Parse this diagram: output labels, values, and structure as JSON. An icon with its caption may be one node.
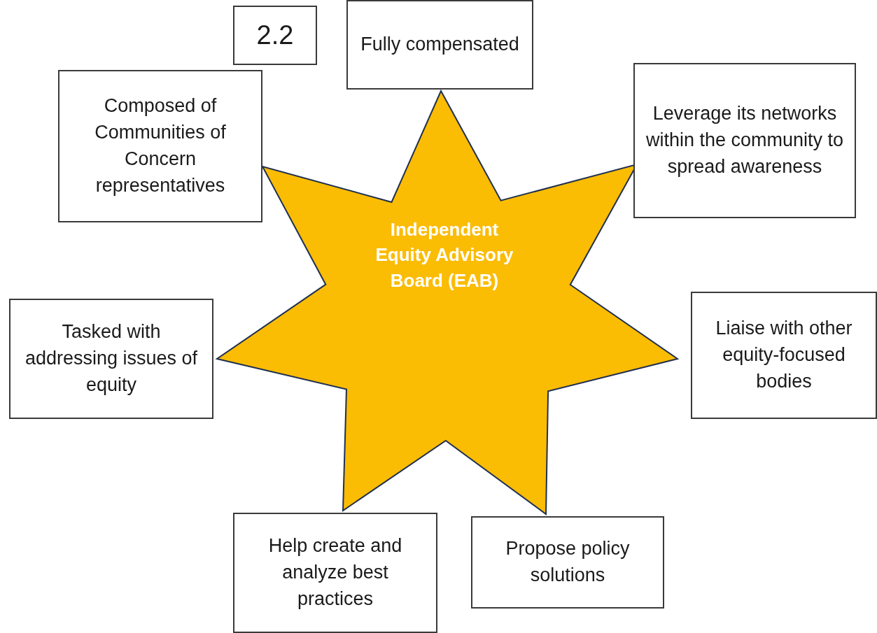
{
  "diagram": {
    "nodes": [
      {
        "text": [
          "2.2"
        ]
      },
      {
        "text": [
          "Fully compensated"
        ]
      },
      {
        "text": [
          "Composed of Communities of Concern representatives"
        ]
      },
      {
        "text": [
          "Leverage its networks within the community to spread awareness"
        ]
      },
      {
        "text": [
          "Independent Equity Advisory Board (EAB)"
        ]
      },
      {
        "text": [
          "Tasked with addressing issues of equity"
        ]
      },
      {
        "text": [
          "Liaise with other equity-focused bodies"
        ]
      },
      {
        "text": [
          "Help create and analyze best practices"
        ]
      },
      {
        "text": [
          "Propose policy solutions"
        ]
      }
    ]
  }
}
